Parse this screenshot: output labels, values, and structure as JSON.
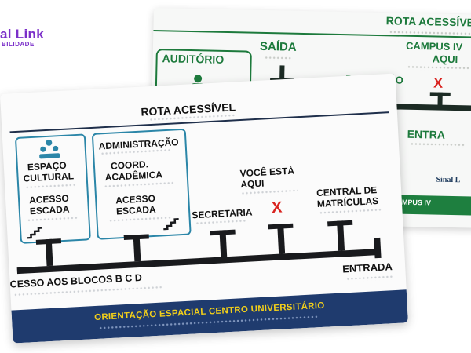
{
  "logo": {
    "brand": "al Link",
    "tagline": "BILIDADE"
  },
  "back_plate": {
    "title": "ROTA ACESSÍVEL",
    "auditorio": "AUDITÓRIO",
    "saida": "SAÍDA",
    "campus_line1": "CAMPUS IV",
    "campus_line2": "AQUI",
    "recepcao": "RECEPÇÃO",
    "x_mark": "X",
    "entrada": "ENTRA",
    "footer": "CAMPUS IV",
    "brand": "Sinal L"
  },
  "front_plate": {
    "title": "ROTA ACESSÍVEL",
    "espaco_line1": "ESPAÇO",
    "espaco_line2": "CULTURAL",
    "acesso1_line1": "ACESSO",
    "acesso1_line2": "ESCADA",
    "administracao": "ADMINISTRAÇÃO",
    "coord_line1": "COORD.",
    "coord_line2": "ACADÊMICA",
    "acesso2_line1": "ACESSO",
    "acesso2_line2": "ESCADA",
    "voce_line1": "VOCÊ ESTÁ",
    "voce_line2": "AQUI",
    "x_mark": "X",
    "secretaria": "SECRETARIA",
    "central_line1": "CENTRAL DE",
    "central_line2": "MATRÍCULAS",
    "acesso_blocos": "CESSO AOS BLOCOS B C D",
    "entrada": "ENTRADA",
    "footer": "ORIENTAÇÃO ESPACIAL CENTRO UNIVERSITÁRIO"
  },
  "colors": {
    "accent_green": "#1d7a3c",
    "navy": "#1f3b6e",
    "yellow": "#f2cf1a",
    "red": "#d9231f",
    "teal": "#2b86a8",
    "purple": "#7b2fc9"
  }
}
